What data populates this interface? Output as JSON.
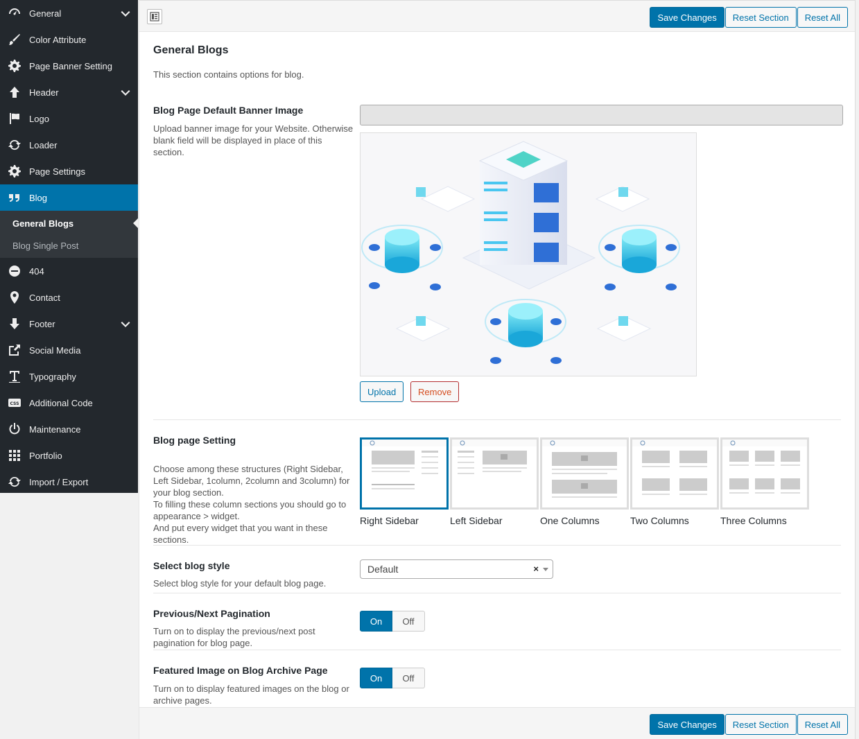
{
  "sidebar": {
    "items": [
      {
        "label": "General",
        "icon": "dashboard-gauge-icon",
        "has_children": true
      },
      {
        "label": "Color Attribute",
        "icon": "brush-icon",
        "has_children": false
      },
      {
        "label": "Page Banner Setting",
        "icon": "gear-icon",
        "has_children": false
      },
      {
        "label": "Header",
        "icon": "arrow-up-icon",
        "has_children": true
      },
      {
        "label": "Logo",
        "icon": "flag-icon",
        "has_children": false
      },
      {
        "label": "Loader",
        "icon": "refresh-icon",
        "has_children": false
      },
      {
        "label": "Page Settings",
        "icon": "gear-icon",
        "has_children": false
      },
      {
        "label": "Blog",
        "icon": "quote-icon",
        "has_children": false,
        "active": true
      },
      {
        "label": "404",
        "icon": "minus-circle-icon",
        "has_children": false
      },
      {
        "label": "Contact",
        "icon": "map-pin-icon",
        "has_children": false
      },
      {
        "label": "Footer",
        "icon": "arrow-down-icon",
        "has_children": true
      },
      {
        "label": "Social Media",
        "icon": "share-icon",
        "has_children": false
      },
      {
        "label": "Typography",
        "icon": "text-icon",
        "has_children": false
      },
      {
        "label": "Additional Code",
        "icon": "css-icon",
        "has_children": false
      },
      {
        "label": "Maintenance",
        "icon": "power-icon",
        "has_children": false
      },
      {
        "label": "Portfolio",
        "icon": "grid-icon",
        "has_children": false
      },
      {
        "label": "Import / Export",
        "icon": "refresh-icon",
        "has_children": false
      }
    ],
    "blog_sub": [
      {
        "label": "General Blogs",
        "current": true
      },
      {
        "label": "Blog Single Post",
        "current": false
      }
    ]
  },
  "toolbar": {
    "save_label": "Save Changes",
    "reset_section_label": "Reset Section",
    "reset_all_label": "Reset All"
  },
  "section": {
    "title": "General Blogs",
    "description": "This section contains options for blog."
  },
  "banner": {
    "title": "Blog Page Default Banner Image",
    "description": "Upload banner image for your Website. Otherwise blank field will be displayed in place of this section.",
    "upload_label": "Upload",
    "remove_label": "Remove"
  },
  "blog_setting": {
    "title": "Blog page Setting",
    "description_lines": [
      "Choose among these structures (Right Sidebar, Left Sidebar, 1column, 2column and 3column) for your blog section.",
      "To filling these column sections you should go to appearance > widget.",
      "And put every widget that you want in these sections."
    ],
    "options": [
      {
        "label": "Right Sidebar",
        "selected": true
      },
      {
        "label": "Left Sidebar",
        "selected": false
      },
      {
        "label": "One Columns",
        "selected": false
      },
      {
        "label": "Two Columns",
        "selected": false
      },
      {
        "label": "Three Columns",
        "selected": false
      }
    ]
  },
  "blog_style": {
    "title": "Select blog style",
    "description": "Select blog style for your default blog page.",
    "selected": "Default",
    "clear_glyph": "×"
  },
  "pagination": {
    "title": "Previous/Next Pagination",
    "description": "Turn on to display the previous/next post pagination for blog page.",
    "on_label": "On",
    "off_label": "Off",
    "value": "On"
  },
  "featured": {
    "title": "Featured Image on Blog Archive Page",
    "description": "Turn on to display featured images on the blog or archive pages.",
    "on_label": "On",
    "off_label": "Off",
    "value": "On"
  },
  "colors": {
    "sidebar_bg": "#23282d",
    "accent": "#0073aa",
    "remove": "#d54e21"
  }
}
